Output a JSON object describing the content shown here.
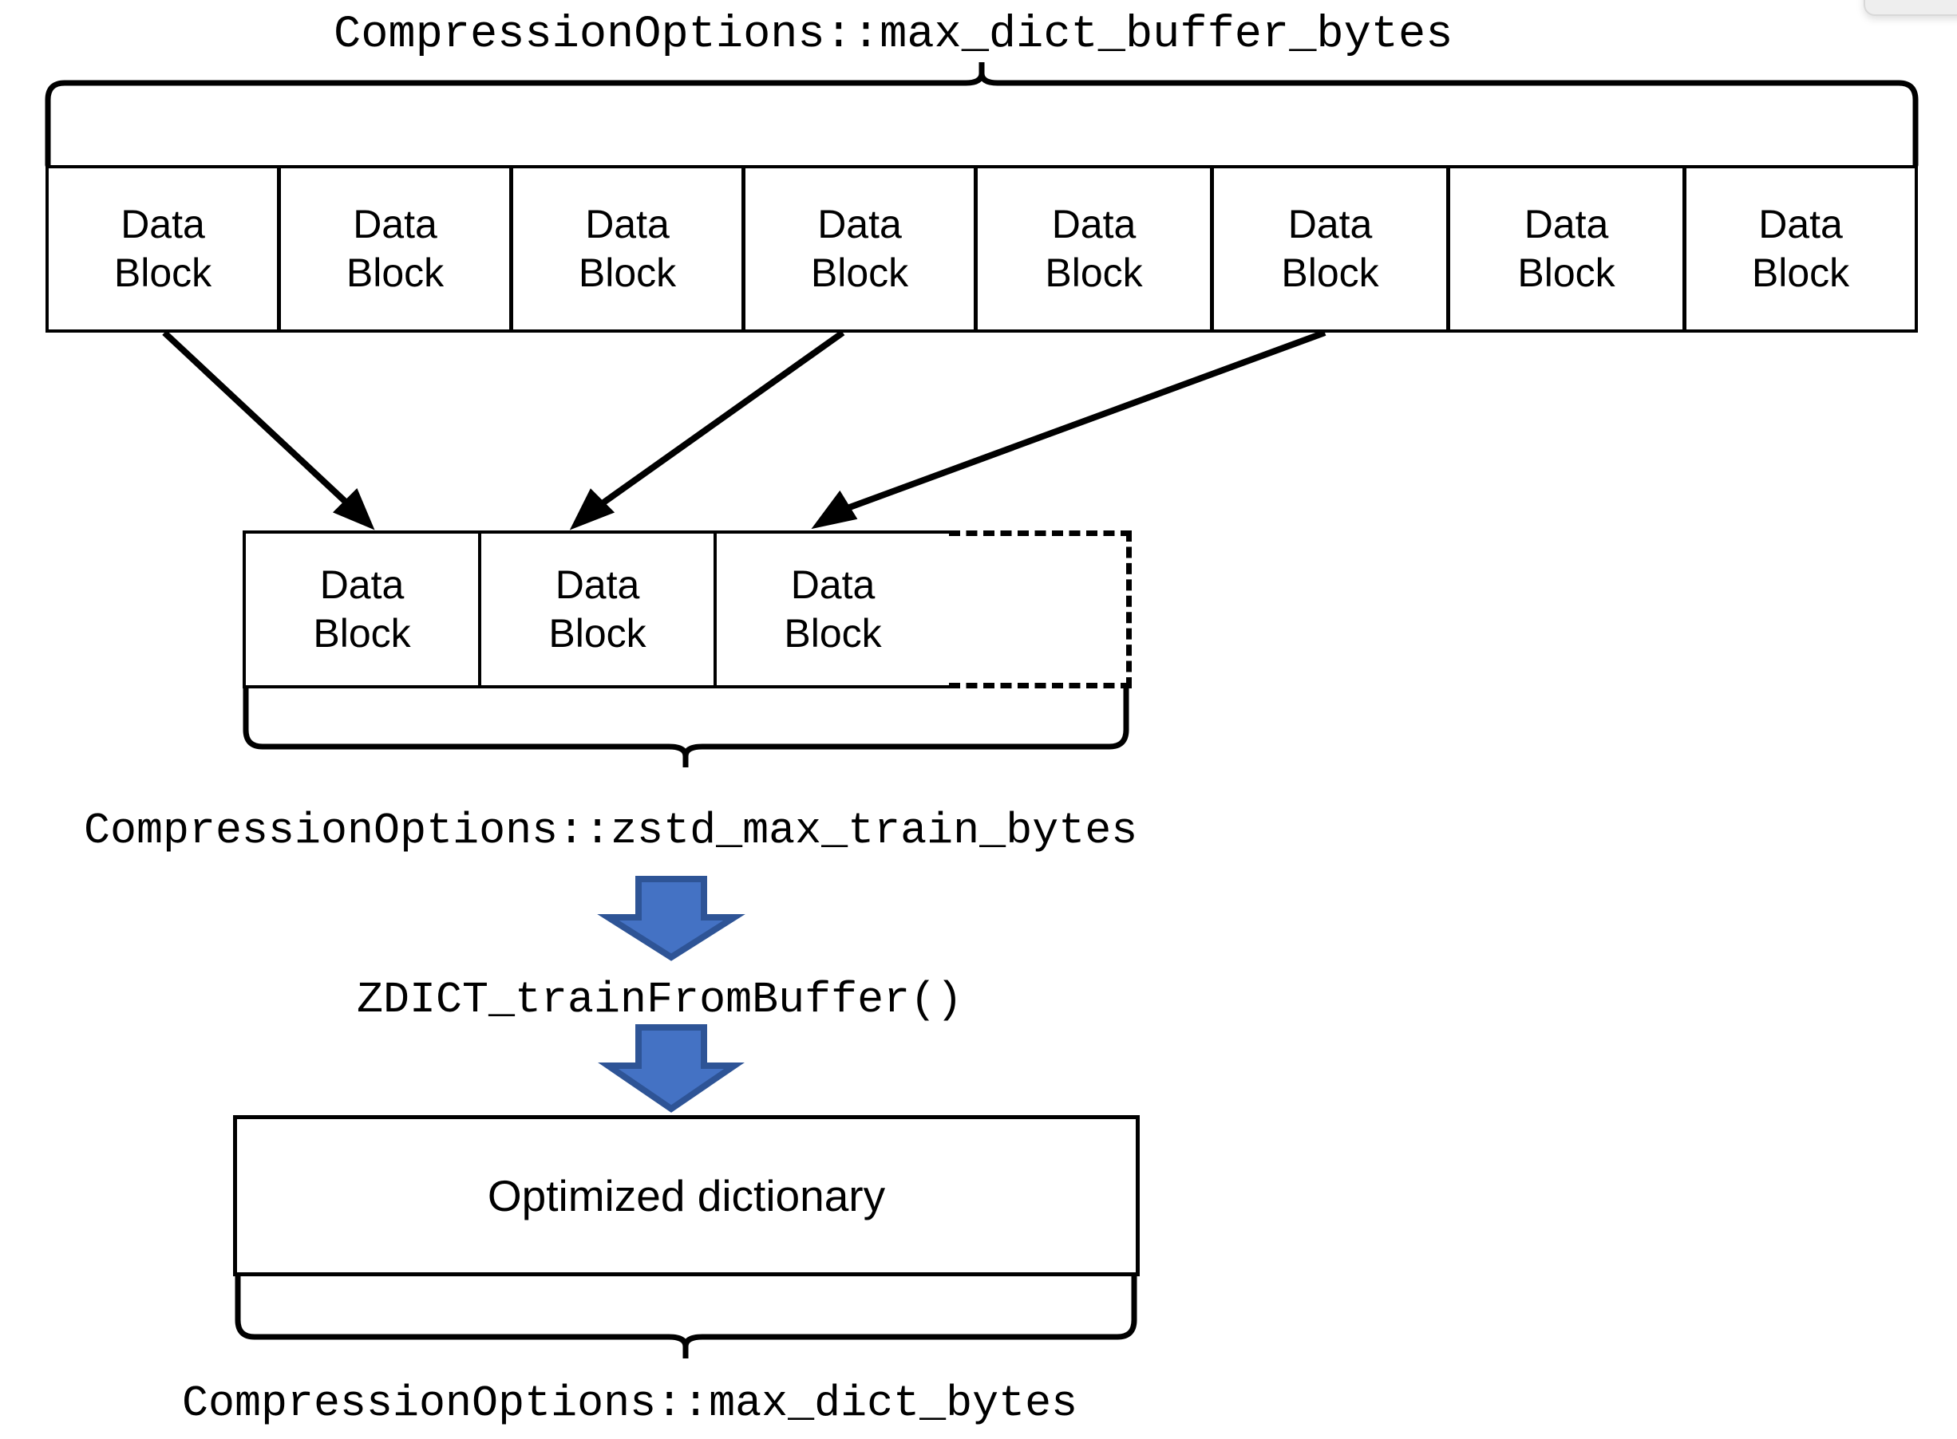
{
  "diagram": {
    "title_top": "CompressionOptions::max_dict_buffer_bytes",
    "title_middle": "CompressionOptions::zstd_max_train_bytes",
    "api_call": "ZDICT_trainFromBuffer()",
    "title_bottom": "CompressionOptions::max_dict_bytes",
    "dict_box_label": "Optimized dictionary",
    "block_line1": "Data",
    "block_line2": "Block",
    "colors": {
      "stroke": "#000000",
      "arrow_fill": "#4472C4",
      "arrow_stroke": "#2E5496",
      "background": "#ffffff",
      "corner_panel": "#eeeeee"
    },
    "source_blocks": [
      {
        "line1": "Data",
        "line2": "Block"
      },
      {
        "line1": "Data",
        "line2": "Block"
      },
      {
        "line1": "Data",
        "line2": "Block"
      },
      {
        "line1": "Data",
        "line2": "Block"
      },
      {
        "line1": "Data",
        "line2": "Block"
      },
      {
        "line1": "Data",
        "line2": "Block"
      },
      {
        "line1": "Data",
        "line2": "Block"
      },
      {
        "line1": "Data",
        "line2": "Block"
      }
    ],
    "sample_blocks": [
      {
        "line1": "Data",
        "line2": "Block"
      },
      {
        "line1": "Data",
        "line2": "Block"
      },
      {
        "line1": "Data",
        "line2": "Block"
      }
    ],
    "placeholder_block": {
      "label": ""
    }
  }
}
